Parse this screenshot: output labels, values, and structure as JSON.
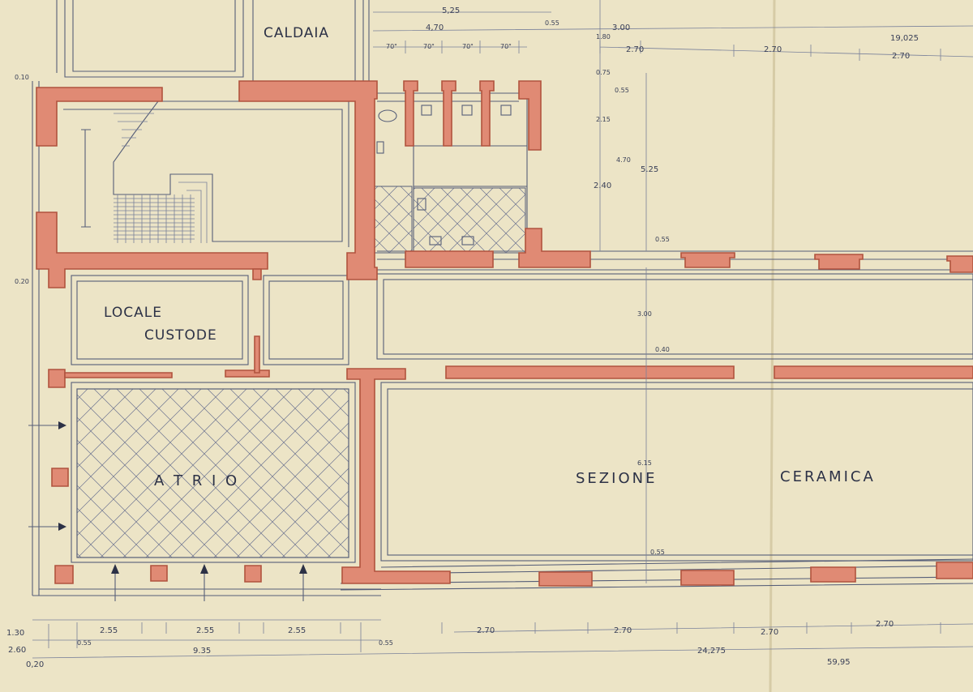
{
  "rooms": {
    "caldaia": "CALDAIA",
    "locale": "LOCALE",
    "custode": "CUSTODE",
    "atrio": "A T R I O",
    "sezione": "SEZIONE",
    "ceramica": "CERAMICA"
  },
  "dimensions": {
    "top": [
      "5,25",
      "4,70",
      "3.00",
      "0.55",
      "1.80",
      "19,025",
      "2.70",
      "2.70",
      "2.70"
    ],
    "top_small": [
      "70\"",
      "70\"",
      "70\"",
      "70\""
    ],
    "vertical": [
      "0.75",
      "0.55",
      "2.15",
      "4.70",
      "5.25",
      "2.40",
      "0.55",
      "3.00",
      "0.40",
      "6.15",
      "0.55"
    ],
    "left": [
      "0.10",
      "0.20"
    ],
    "bottom_row1": [
      "1.30",
      "2.55",
      "2.55",
      "2.55",
      "2.70",
      "2.70",
      "2.70",
      "2.70"
    ],
    "bottom_row2": [
      "2.60",
      "0.55",
      "9.35",
      "0.55",
      "24,275"
    ],
    "bottom_row3": [
      "0,20",
      "59,95"
    ]
  },
  "colors": {
    "paper": "#ece4c6",
    "wall_fill": "#e08a74",
    "wall_stroke": "#b0533e",
    "ink": "#565e78"
  }
}
